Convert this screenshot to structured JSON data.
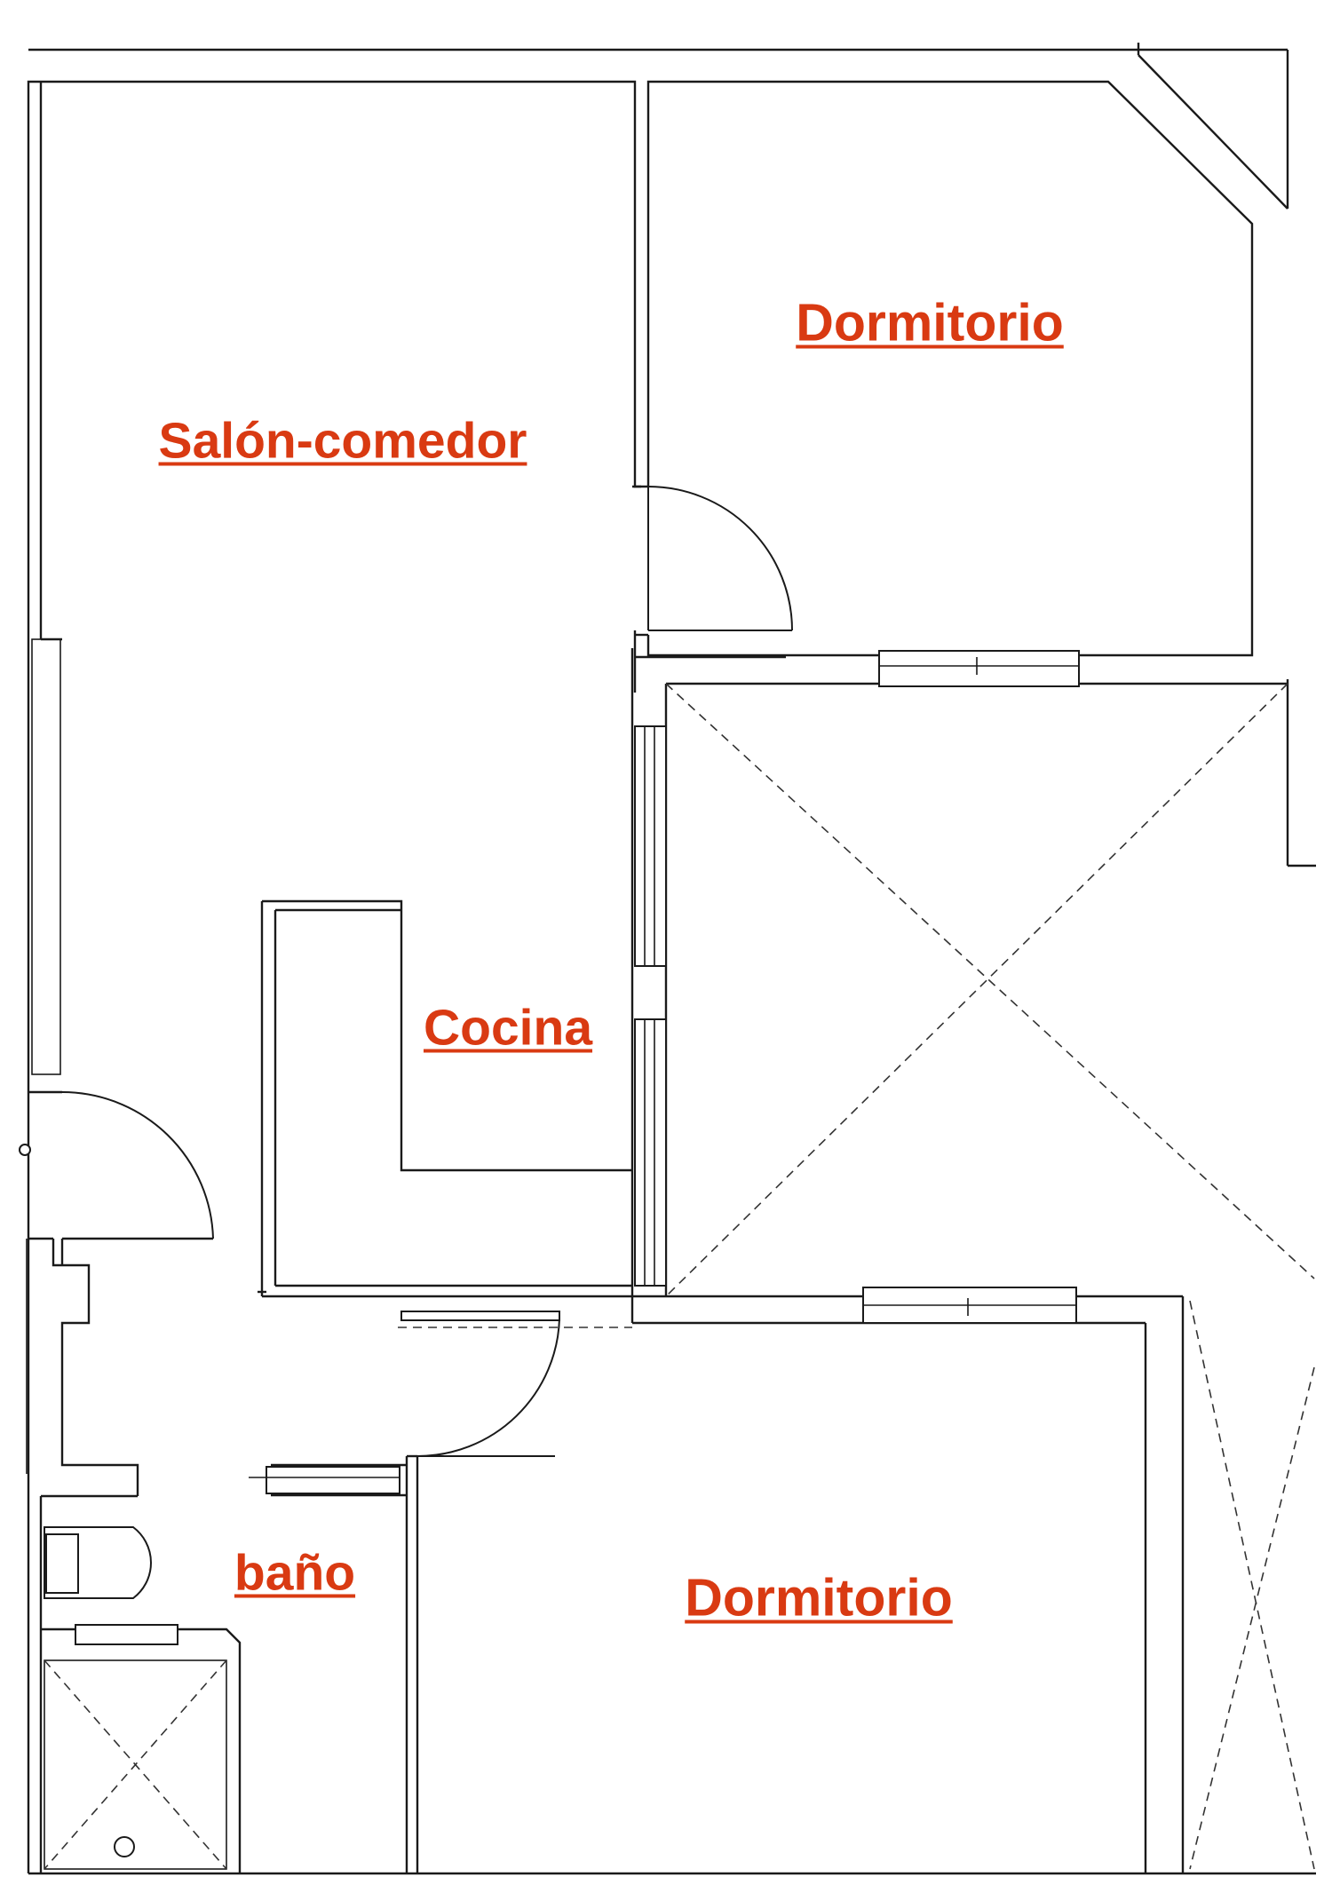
{
  "label_color": "#d93a12",
  "line_color": "#1a1a1a",
  "rooms": {
    "salon": "Salón-comedor",
    "dormitorio_1": "Dormitorio",
    "cocina": "Cocina",
    "bano": "baño",
    "dormitorio_2": "Dormitorio"
  }
}
